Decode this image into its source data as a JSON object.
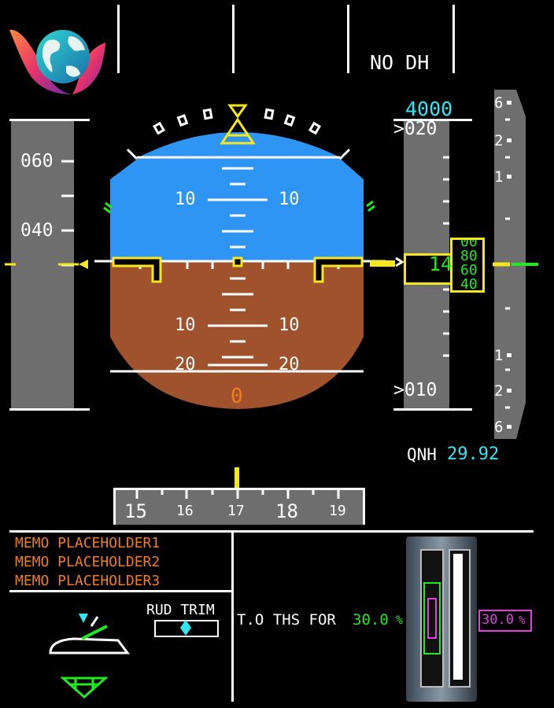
{
  "colors": {
    "sky": "#2f95f5",
    "ground": "#a0522d",
    "tape": "#6e6e6e",
    "amber": "#ee7d1c",
    "green": "#22e822",
    "cyan": "#32e6f5",
    "magenta": "#e040e0",
    "yellow": "#f5e61e",
    "white": "#ffffff"
  },
  "fma": {
    "dh_label": "NO DH"
  },
  "speed_tape": {
    "labels": [
      "060",
      "040"
    ]
  },
  "attitude": {
    "pitch_labels": [
      "10",
      "10",
      "10",
      "10",
      "20",
      "20"
    ],
    "bank_value": "0"
  },
  "altitude": {
    "target": "4000",
    "upper_mark": "020",
    "lower_mark": "010",
    "current_big": "14",
    "drum": [
      "00",
      "80",
      "60",
      "40"
    ],
    "qnh_label": "QNH",
    "qnh_value": "29.92"
  },
  "vsi": {
    "labels": [
      "6",
      "2",
      "1",
      "1",
      "2",
      "6"
    ]
  },
  "heading": {
    "labels": [
      "15",
      "16",
      "17",
      "18",
      "19"
    ]
  },
  "ecam": {
    "memos": [
      "MEMO PLACEHOLDER1",
      "MEMO PLACEHOLDER2",
      "MEMO PLACEHOLDER3"
    ],
    "rud_trim_label": "RUD TRIM",
    "ths_label": "T.O THS FOR",
    "ths_value_green": "30.0",
    "ths_unit": "%",
    "ths_value_magenta": "30.0",
    "ths_unit_magenta": "%"
  },
  "logo_icon": "globe-leaf-logo"
}
